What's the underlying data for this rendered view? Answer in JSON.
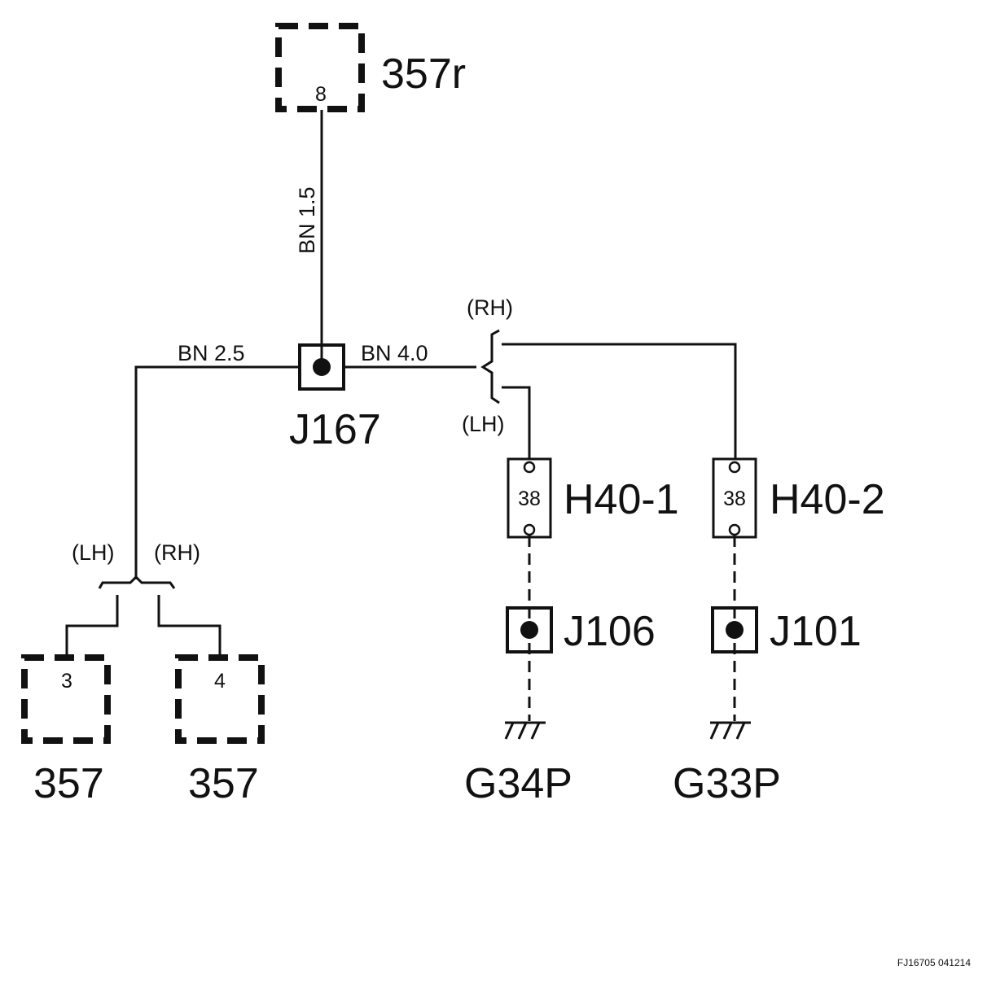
{
  "connectors": {
    "top": {
      "label": "357r",
      "pin": "8"
    },
    "left": {
      "label": "357",
      "pin": "3"
    },
    "right": {
      "label": "357",
      "pin": "4"
    }
  },
  "wires": {
    "vertical_label": "BN  1.5",
    "left_label": "BN 2.5",
    "right_label": "BN  4.0"
  },
  "splice": {
    "label": "J167"
  },
  "branch_labels": {
    "upper_rh": "(RH)",
    "upper_lh": "(LH)",
    "lower_lh": "(LH)",
    "lower_rh": "(RH)"
  },
  "components": [
    {
      "label": "H40-1",
      "pin": "38",
      "splice": "J106",
      "ground": "G34P"
    },
    {
      "label": "H40-2",
      "pin": "38",
      "splice": "J101",
      "ground": "G33P"
    }
  ],
  "footer": {
    "code": "FJ16705 041214"
  }
}
